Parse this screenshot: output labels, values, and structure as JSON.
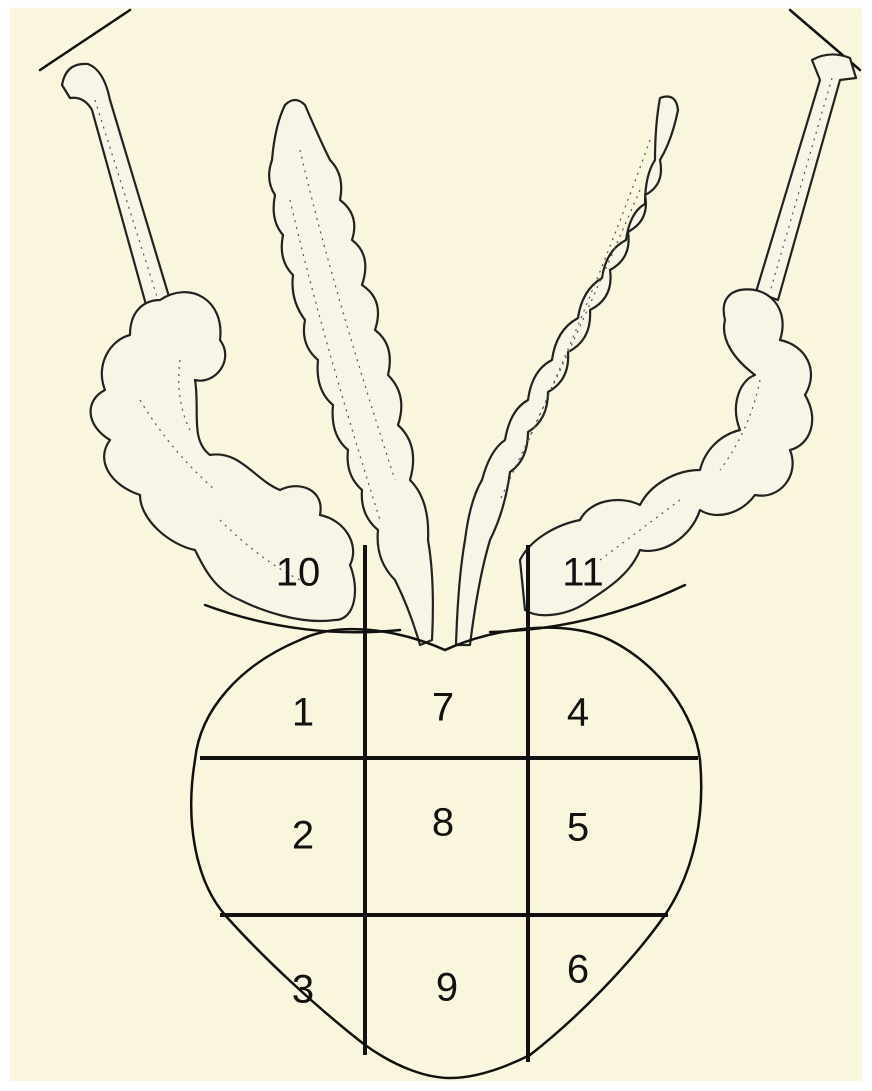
{
  "colors": {
    "background": "#f9f6dd",
    "frame": "#ffffff",
    "ink": "#111111",
    "tissue_fill": "#f7f5e6"
  },
  "zones": {
    "z1": "1",
    "z2": "2",
    "z3": "3",
    "z4": "4",
    "z5": "5",
    "z6": "6",
    "z7": "7",
    "z8": "8",
    "z9": "9",
    "z10": "10",
    "z11": "11"
  }
}
